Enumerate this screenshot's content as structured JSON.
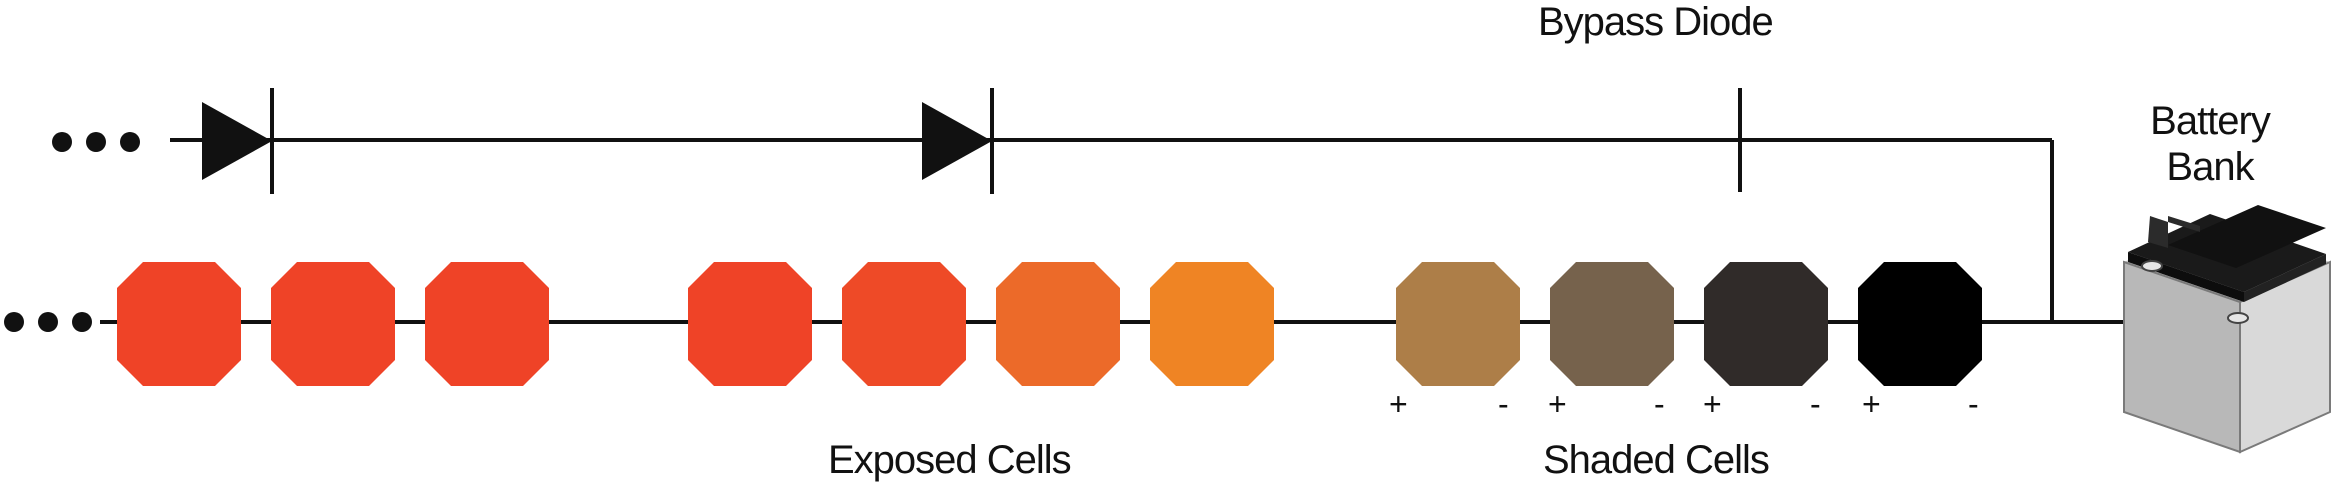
{
  "labels": {
    "bypass_diode": "Bypass Diode",
    "battery_line1": "Battery",
    "battery_line2": "Bank",
    "exposed_cells": "Exposed Cells",
    "shaded_cells": "Shaded Cells"
  },
  "polarity": {
    "plus": "+",
    "minus": "-"
  },
  "cells": {
    "exposed": [
      {
        "color": "#ef4327"
      },
      {
        "color": "#ef4327"
      },
      {
        "color": "#ef4327"
      },
      {
        "color": "#ef4327"
      },
      {
        "color": "#ee4a27"
      },
      {
        "color": "#ec6a29"
      },
      {
        "color": "#ef8424"
      }
    ],
    "shaded": [
      {
        "color": "#ad7e48"
      },
      {
        "color": "#76624c"
      },
      {
        "color": "#302b29"
      },
      {
        "color": "#000000"
      }
    ]
  },
  "continuation_icon": "ellipsis-icon",
  "diode_icon": "diode-icon",
  "battery_icon": "battery-icon"
}
